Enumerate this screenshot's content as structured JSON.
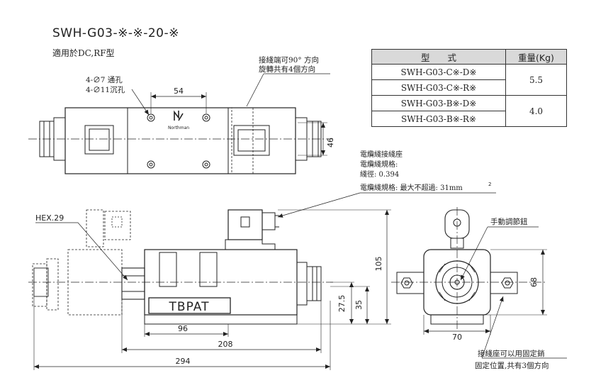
{
  "title": "SWH-G03-※-※-20-※",
  "subtitle": "適用於DC,RF型",
  "table": {
    "header_model": "型　　式",
    "header_weight": "重量(Kg)",
    "groups": [
      {
        "models": [
          "SWH-G03-C※-D※",
          "SWH-G03-C※-R※"
        ],
        "weight": "5.5"
      },
      {
        "models": [
          "SWH-G03-B※-D※",
          "SWH-G03-B※-R※"
        ],
        "weight": "4.0"
      }
    ]
  },
  "top_view": {
    "hole_label_1": "4-∅7 通孔",
    "hole_label_2": "4-∅11沉孔",
    "dim_54": "54",
    "dim_46": "46",
    "brand": "Northman",
    "connector_note_1": "接綫端可90° 方向",
    "connector_note_2": "旋轉共有4個方向"
  },
  "cable_note": {
    "line1": "電纜綫接綫座",
    "line2": "電纜綫規格:",
    "line3": "綫徑: 0.394",
    "line4": "電纜綫規格: 最大不超過: 31mm",
    "sup": "2"
  },
  "front_view": {
    "hex_label": "HEX.29",
    "nameplate": "TBPAT",
    "dim_96": "96",
    "dim_208": "208",
    "dim_294": "294",
    "dim_27_5": "27.5",
    "dim_35": "35",
    "dim_105": "105"
  },
  "side_view": {
    "manual_label": "手動調節鈕",
    "dim_70": "70",
    "dim_68": "68",
    "pin_note_1": "接綫座可以用固定銷",
    "pin_note_2": "固定位置,共有3個方向"
  }
}
